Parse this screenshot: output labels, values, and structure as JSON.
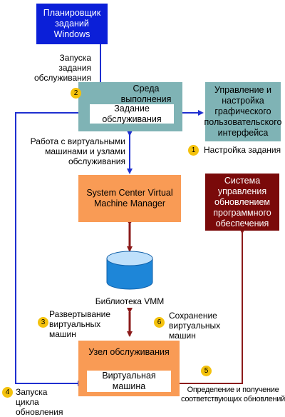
{
  "boxes": {
    "task_scheduler": "Планировщик заданий Windows",
    "execution_env": "Среда выполнения",
    "service_task": "Задание обслуживания",
    "gui_mgmt": "Управление и настройка графического пользовательского интерфейса",
    "scvmm": "System Center Virtual Machine Manager",
    "update_system": "Система управления обновлением программного обеспечения",
    "vmm_library": "Библиотека VMM",
    "service_node": "Узел обслуживания",
    "virtual_machine": "Виртуальная машина"
  },
  "labels": {
    "start_maintenance": "Запуска задания обслуживания",
    "work_with_vms": "Работа с виртуальными машинами и узлами обслуживания",
    "configure_task": "Настройка задания",
    "deploy_vms": "Развертывание виртуальных машин",
    "save_vms": "Сохранение виртуальных машин",
    "start_update_cycle": "Запуска цикла обновления",
    "detect_updates": "Определение и получение соответствующих обновлений"
  },
  "badges": [
    "1",
    "2",
    "3",
    "4",
    "5",
    "6"
  ],
  "colors": {
    "blue_box": "#0b1fd8",
    "teal_box": "#7fb3b5",
    "orange_box": "#f99b55",
    "darkred_box": "#7a0a0a",
    "blue_arrow": "#1f2fd0",
    "darkred_arrow": "#8b1a1a",
    "badge_yellow": "#f4c20d"
  }
}
